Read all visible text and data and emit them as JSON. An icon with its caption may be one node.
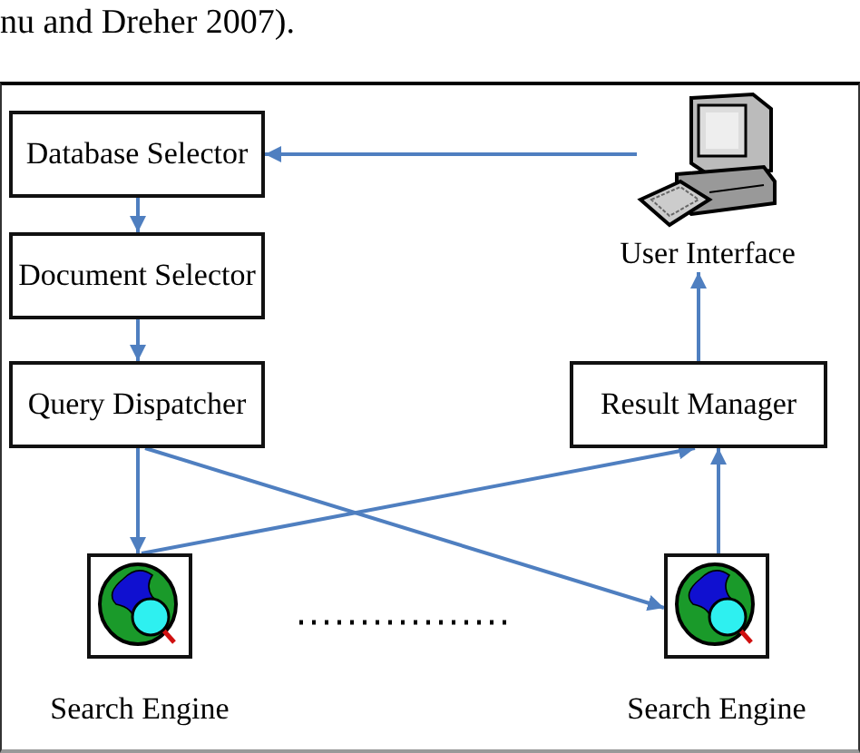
{
  "diagram": {
    "nodes": [
      {
        "text": [
          "Database Selector"
        ]
      },
      {
        "text": [
          "Document Selector"
        ]
      },
      {
        "text": [
          "Query Dispatcher"
        ]
      },
      {
        "text": [
          "User Interface"
        ]
      },
      {
        "text": [
          "Result Manager"
        ]
      },
      {
        "text": [
          "Search Engine"
        ]
      },
      {
        "text": [
          "Search Engine"
        ]
      }
    ],
    "edges": [
      {
        "from": 3,
        "to": 0,
        "arrow": "to"
      },
      {
        "from": 0,
        "to": 1,
        "arrow": "to"
      },
      {
        "from": 1,
        "to": 2,
        "arrow": "to"
      },
      {
        "from": 2,
        "to": 5,
        "arrow": "to"
      },
      {
        "from": 2,
        "to": 6,
        "arrow": "to"
      },
      {
        "from": 5,
        "to": 4,
        "arrow": "to"
      },
      {
        "from": 6,
        "to": 4,
        "arrow": "to"
      },
      {
        "from": 4,
        "to": 3,
        "arrow": "to"
      }
    ],
    "labels": [
      "nu and Dreher 2007)."
    ]
  }
}
